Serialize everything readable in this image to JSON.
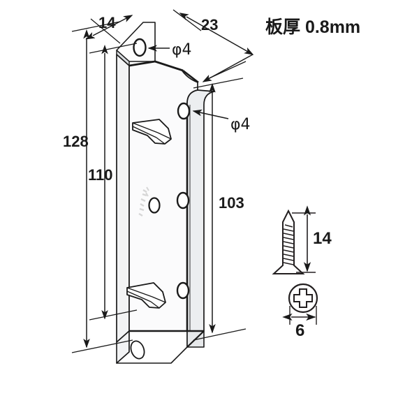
{
  "drawing": {
    "title": "板厚 0.8mm",
    "title_meaning": "plate-thickness-0.8mm",
    "part": "L-shaped mounting bracket",
    "dimensions": {
      "height_overall": "128",
      "height_face": "110",
      "height_side": "103",
      "width_flange": "14",
      "width_side": "23",
      "hole_top": "φ4",
      "hole_face": "φ4"
    },
    "screw": {
      "length": "14",
      "head_diameter": "6"
    },
    "colors": {
      "line": "#1a1a1a",
      "fill_light": "#fdfdfd",
      "fill_shade": "#e9ebed",
      "fill_mid": "#f4f5f6",
      "text": "#1a1a1a"
    }
  }
}
